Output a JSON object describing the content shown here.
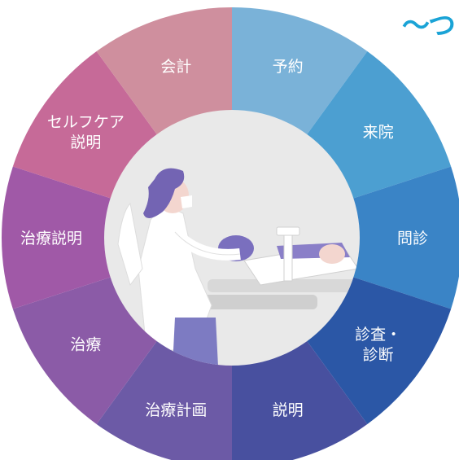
{
  "logo_text": "〜つ",
  "colors": {
    "brand": "#1aa3d6",
    "label": "#ffffff",
    "center_bg": "#e9e9e9"
  },
  "center_image": {
    "icon": "dental-treatment-illustration"
  },
  "segments": [
    {
      "lines": [
        "予約"
      ],
      "color": "#7ab2d8"
    },
    {
      "lines": [
        "来院"
      ],
      "color": "#4c9fd1"
    },
    {
      "lines": [
        "問診"
      ],
      "color": "#3a84c6"
    },
    {
      "lines": [
        "診査・",
        "診断"
      ],
      "color": "#2b57a6"
    },
    {
      "lines": [
        "説明"
      ],
      "color": "#48509f"
    },
    {
      "lines": [
        "治療計画"
      ],
      "color": "#6c5aa6"
    },
    {
      "lines": [
        "治療"
      ],
      "color": "#8b5ba7"
    },
    {
      "lines": [
        "治療説明"
      ],
      "color": "#a059a7"
    },
    {
      "lines": [
        "セルフケア",
        "説明"
      ],
      "color": "#c66a98"
    },
    {
      "lines": [
        "会計"
      ],
      "color": "#cf8f9e"
    }
  ]
}
